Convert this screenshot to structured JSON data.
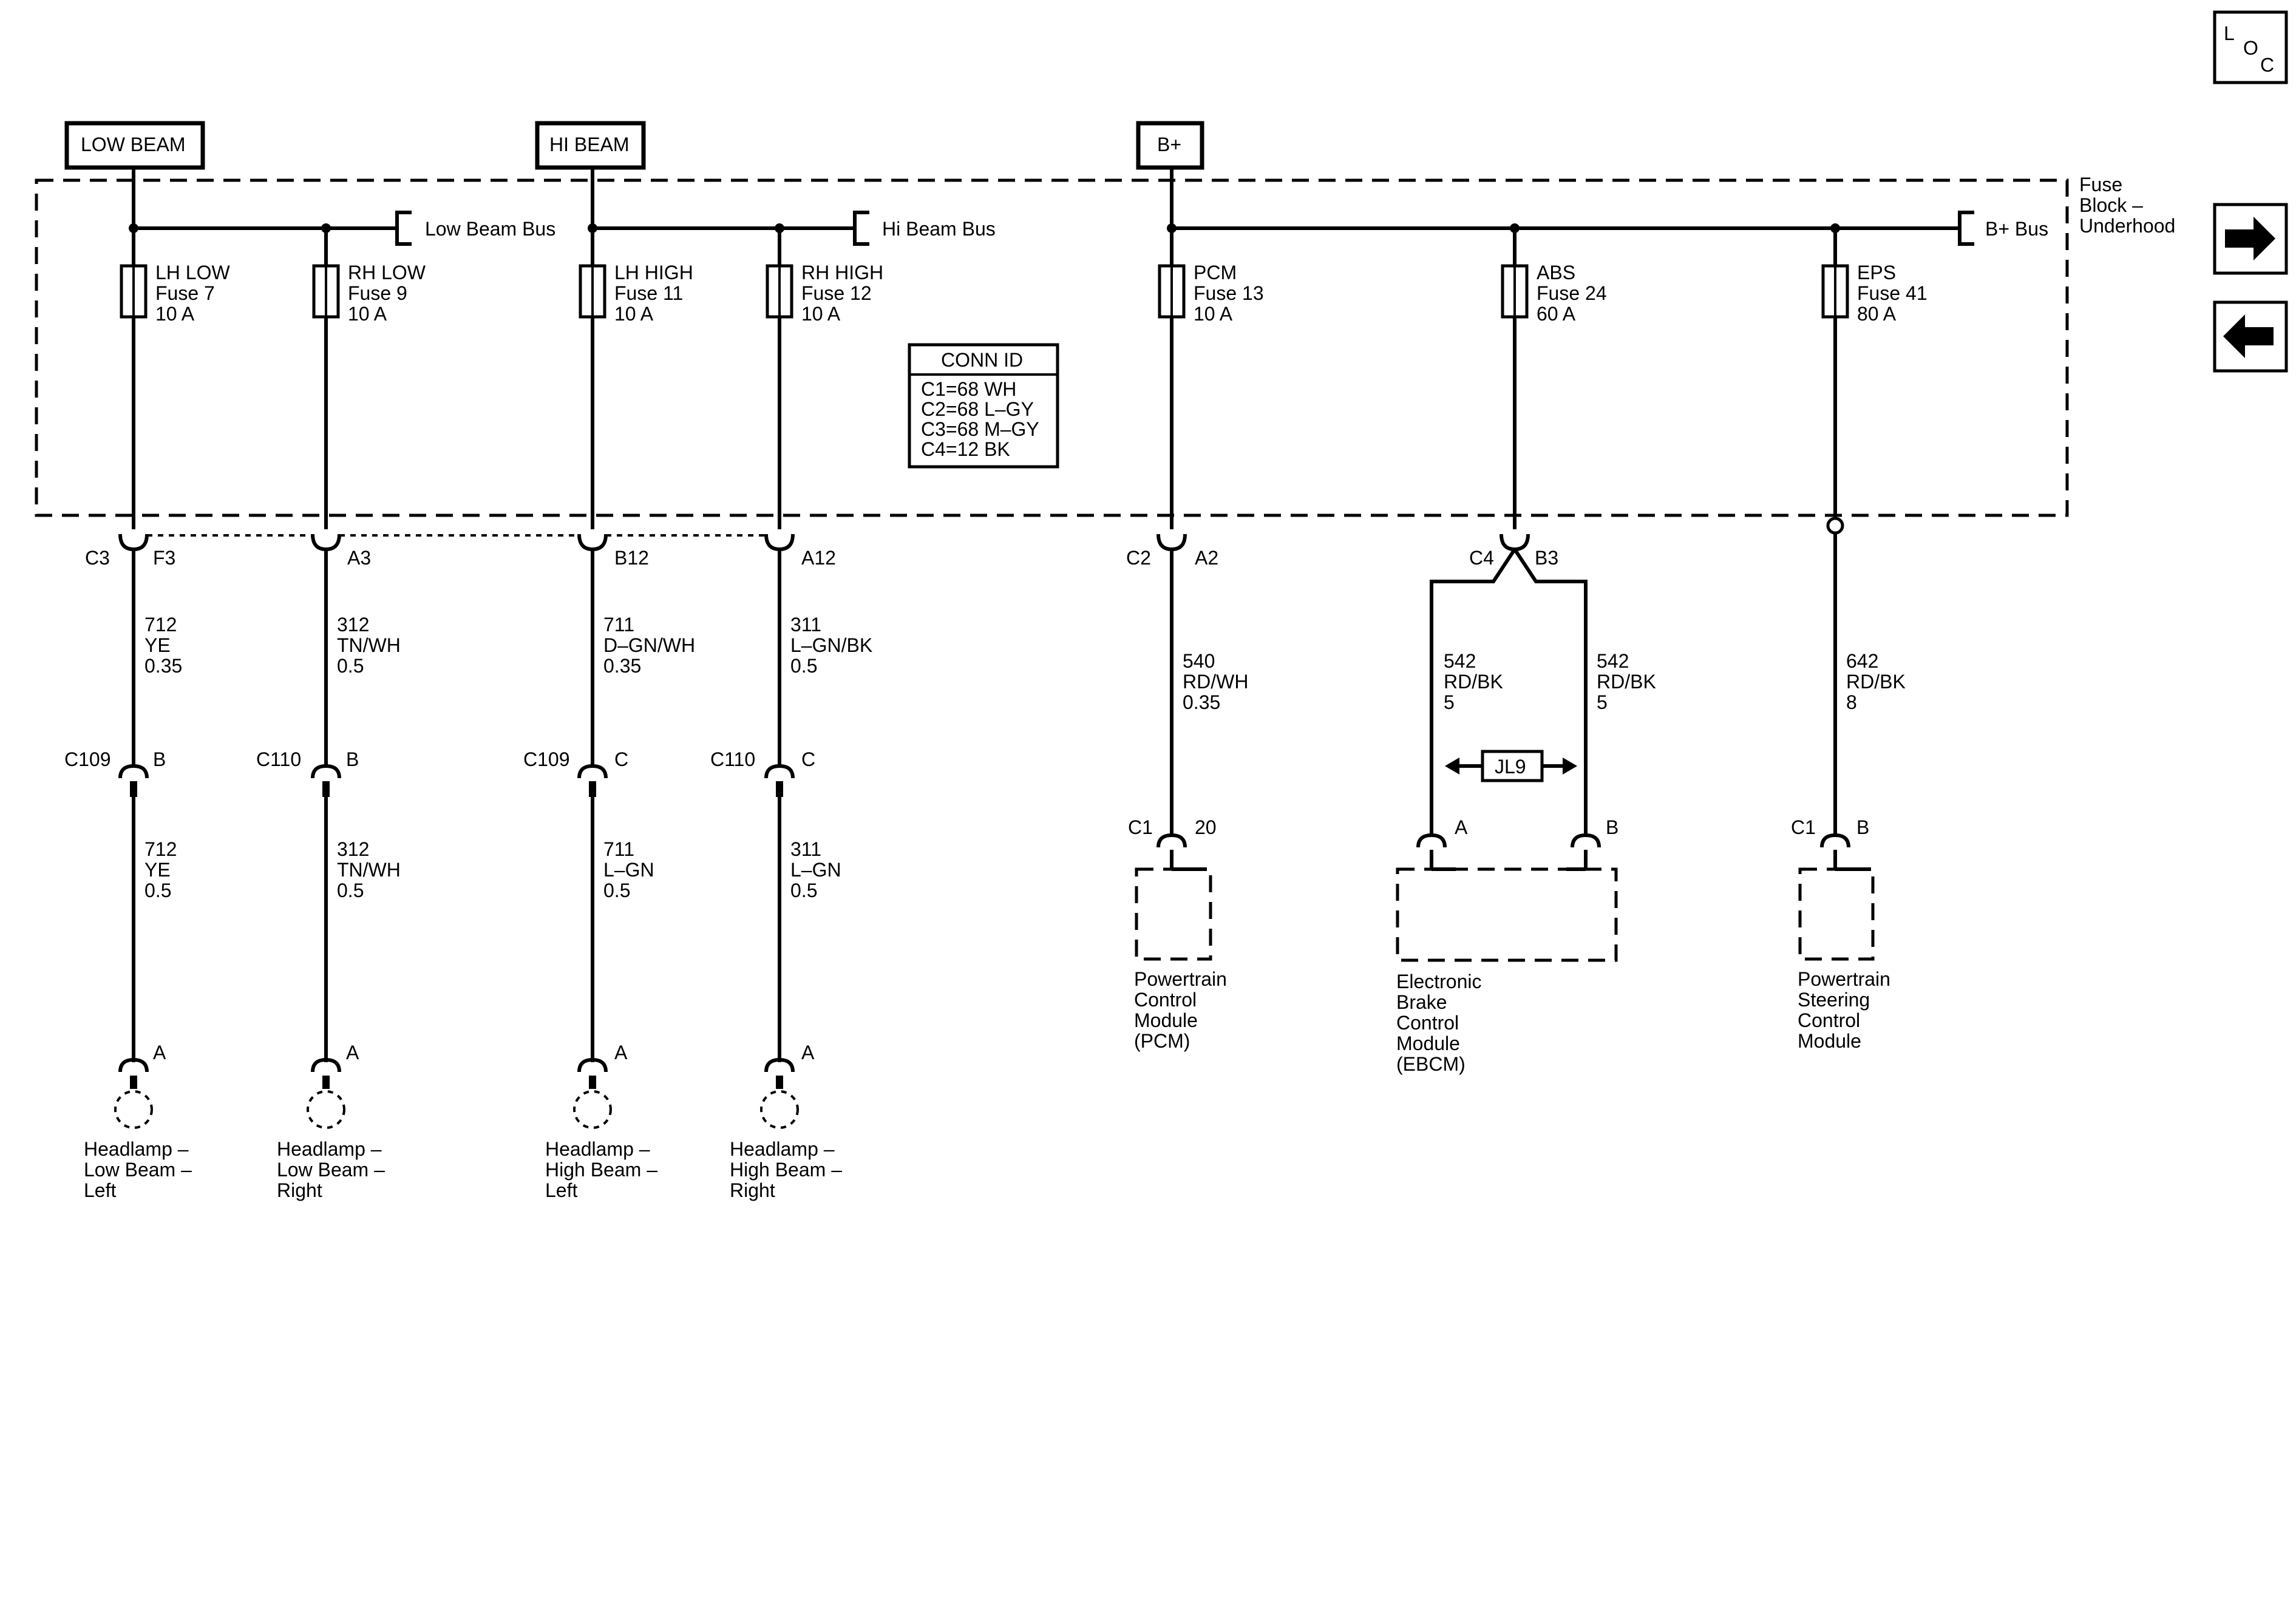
{
  "loc_icon": {
    "l": "L",
    "o": "O",
    "c": "C"
  },
  "nav": {
    "forward_icon": "arrow-right-icon",
    "back_icon": "arrow-left-icon"
  },
  "sources": {
    "low_beam": "LOW BEAM",
    "hi_beam": "HI BEAM",
    "b_plus": "B+"
  },
  "fuse_block": {
    "line1": "Fuse",
    "line2": "Block –",
    "line3": "Underhood"
  },
  "buses": {
    "low_beam_bus": "Low Beam Bus",
    "hi_beam_bus": "Hi Beam Bus",
    "b_plus_bus": "B+ Bus"
  },
  "fuses": [
    {
      "name": "LH LOW",
      "fuse": "Fuse 7",
      "rating": "10 A"
    },
    {
      "name": "RH LOW",
      "fuse": "Fuse 9",
      "rating": "10 A"
    },
    {
      "name": "LH HIGH",
      "fuse": "Fuse 11",
      "rating": "10 A"
    },
    {
      "name": "RH HIGH",
      "fuse": "Fuse 12",
      "rating": "10 A"
    },
    {
      "name": "PCM",
      "fuse": "Fuse 13",
      "rating": "10 A"
    },
    {
      "name": "ABS",
      "fuse": "Fuse 24",
      "rating": "60 A"
    },
    {
      "name": "EPS",
      "fuse": "Fuse 41",
      "rating": "80 A"
    }
  ],
  "conn_id": {
    "title": "CONN ID",
    "rows": [
      "C1=68 WH",
      "C2=68 L–GY",
      "C3=68 M–GY",
      "C4=12 BK"
    ]
  },
  "block_connectors": {
    "c3": "C3",
    "f3": "F3",
    "a3": "A3",
    "b12": "B12",
    "a12": "A12",
    "c2": "C2",
    "a2": "A2",
    "c4": "C4",
    "b3": "B3"
  },
  "upper_wires": [
    {
      "circuit": "712",
      "color": "YE",
      "size": "0.35"
    },
    {
      "circuit": "312",
      "color": "TN/WH",
      "size": "0.5"
    },
    {
      "circuit": "711",
      "color": "D–GN/WH",
      "size": "0.35"
    },
    {
      "circuit": "311",
      "color": "L–GN/BK",
      "size": "0.5"
    },
    {
      "circuit": "540",
      "color": "RD/WH",
      "size": "0.35"
    },
    {
      "circuit": "542",
      "color": "RD/BK",
      "size": "5"
    },
    {
      "circuit": "542",
      "color": "RD/BK",
      "size": "5"
    },
    {
      "circuit": "642",
      "color": "RD/BK",
      "size": "8"
    }
  ],
  "inline_connectors": [
    {
      "id": "C109",
      "pin": "B"
    },
    {
      "id": "C110",
      "pin": "B"
    },
    {
      "id": "C109",
      "pin": "C"
    },
    {
      "id": "C110",
      "pin": "C"
    }
  ],
  "lower_wires": [
    {
      "circuit": "712",
      "color": "YE",
      "size": "0.5"
    },
    {
      "circuit": "312",
      "color": "TN/WH",
      "size": "0.5"
    },
    {
      "circuit": "711",
      "color": "L–GN",
      "size": "0.5"
    },
    {
      "circuit": "311",
      "color": "L–GN",
      "size": "0.5"
    }
  ],
  "splice": "JL9",
  "headlamps": [
    {
      "pin": "A",
      "l1": "Headlamp –",
      "l2": "Low Beam –",
      "l3": "Left"
    },
    {
      "pin": "A",
      "l1": "Headlamp –",
      "l2": "Low Beam –",
      "l3": "Right"
    },
    {
      "pin": "A",
      "l1": "Headlamp –",
      "l2": "High Beam –",
      "l3": "Left"
    },
    {
      "pin": "A",
      "l1": "Headlamp –",
      "l2": "High Beam –",
      "l3": "Right"
    }
  ],
  "modules": {
    "pcm": {
      "conn": "C1",
      "pin": "20",
      "lines": [
        "Powertrain",
        "Control",
        "Module",
        "(PCM)"
      ]
    },
    "ebcm": {
      "pin_a": "A",
      "pin_b": "B",
      "lines": [
        "Electronic",
        "Brake",
        "Control",
        "Module",
        "(EBCM)"
      ]
    },
    "psc": {
      "conn": "C1",
      "pin": "B",
      "lines": [
        "Powertrain",
        "Steering",
        "Control",
        "Module"
      ]
    }
  }
}
